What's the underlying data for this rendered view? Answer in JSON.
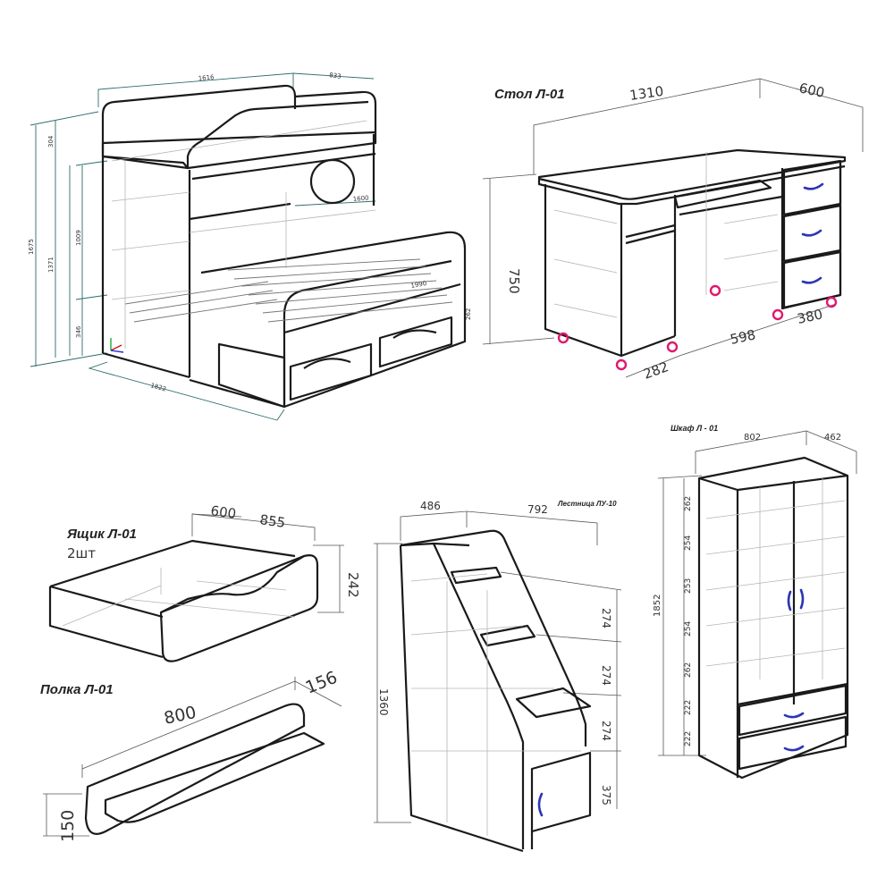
{
  "colors": {
    "outline": "#1a1a1a",
    "dimension_line": "#555555",
    "bed_dimension_line": "#2d6b6b",
    "handle": "#2b35b5",
    "caster": "#e0196e"
  },
  "bed": {
    "dim_width": "1616",
    "dim_depth": "833",
    "dim_total_height": "1675",
    "dim_upper_section": "304",
    "dim_mid_height": "1371",
    "dim_lower_height": "1009",
    "dim_base_height": "346",
    "dim_pull_out_width": "1600",
    "dim_pull_out_depth": "1990",
    "dim_drawer_height": "262",
    "dim_front_width": "1822"
  },
  "desk": {
    "title": "Стол Л-01",
    "dim_width": "1310",
    "dim_depth": "600",
    "dim_height": "750",
    "dim_pedestal_depth": "380",
    "dim_knee_width": "598",
    "dim_shelf_width": "282"
  },
  "wardrobe": {
    "title": "Шкаф Л - 01",
    "dim_width": "802",
    "dim_depth": "462",
    "dim_height": "1852",
    "dim_shelves": [
      "262",
      "254",
      "253",
      "254",
      "262",
      "222",
      "222"
    ]
  },
  "drawer": {
    "title": "Ящик Л-01",
    "quantity": "2шт",
    "dim_width": "855",
    "dim_depth": "600",
    "dim_height": "242"
  },
  "shelf": {
    "title": "Полка Л-01",
    "dim_length": "800",
    "dim_depth": "156",
    "dim_height": "150"
  },
  "stairs": {
    "title": "Лестница ЛУ-10",
    "dim_depth": "486",
    "dim_width": "792",
    "dim_height": "1360",
    "dim_steps": [
      "274",
      "274",
      "274",
      "375"
    ]
  }
}
